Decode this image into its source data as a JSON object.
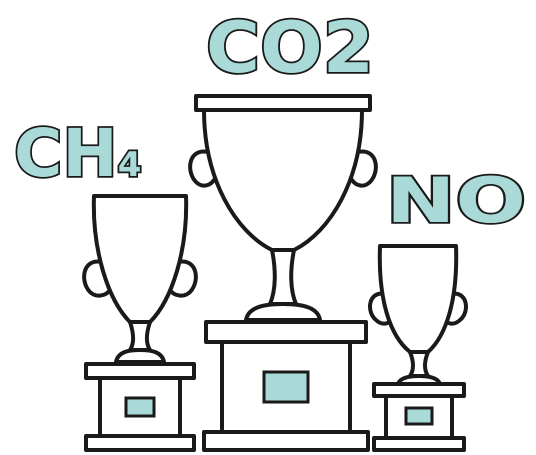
{
  "colors": {
    "ink": "#1a1a1a",
    "accent": "#a9dad8",
    "background": "#ffffff"
  },
  "trophies": {
    "first": {
      "label": "CO2"
    },
    "second": {
      "label_main": "CH",
      "label_sub": "4"
    },
    "third": {
      "label": "NO"
    }
  }
}
